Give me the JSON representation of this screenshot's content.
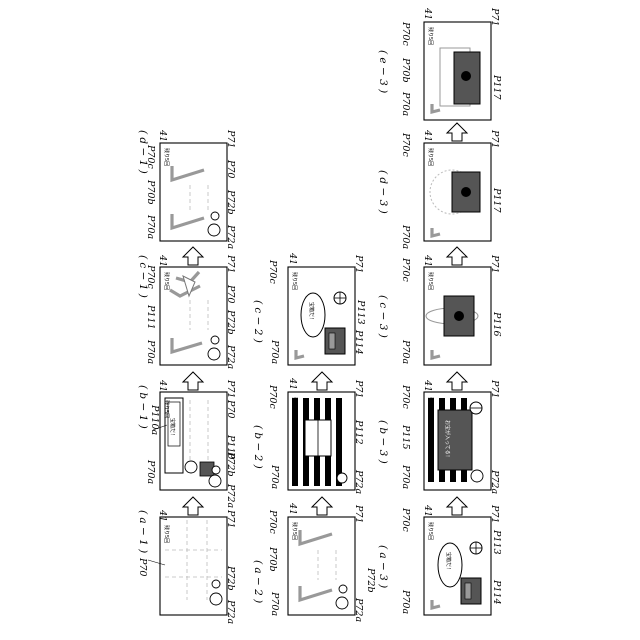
{
  "panels": {
    "a1": {
      "caption": "( a − 1 )",
      "labels": [
        "41",
        "P70",
        "P71",
        "P72a",
        "P72b"
      ]
    },
    "a2": {
      "caption": "( a − 2 )",
      "labels": [
        "41",
        "P70c",
        "P70b",
        "P70a",
        "P71",
        "P72a",
        "P72b"
      ]
    },
    "a3": {
      "caption": "( a − 3 )",
      "labels": [
        "41",
        "P70c",
        "P70a",
        "P71",
        "P113",
        "P114"
      ],
      "balloon": "宝箱だ！"
    },
    "b1": {
      "caption": "( b − 1 )",
      "labels": [
        "41",
        "P110a",
        "P71",
        "P110",
        "P70",
        "P70a",
        "P72a",
        "P72b"
      ],
      "banner": "宝箱だ！"
    },
    "b2": {
      "caption": "( b − 2 )",
      "labels": [
        "41",
        "P70c",
        "P71",
        "P112",
        "P70a",
        "P72a"
      ]
    },
    "b3": {
      "caption": "( b − 3 )",
      "labels": [
        "41",
        "P70c",
        "P71",
        "P115",
        "P70a",
        "P72a"
      ],
      "banner": "お宝が入ってる！"
    },
    "c1": {
      "caption": "( c − 1 )",
      "labels": [
        "41",
        "P70c",
        "P71",
        "P111",
        "P70",
        "P70a",
        "P72a",
        "P72b"
      ]
    },
    "c2": {
      "caption": "( c − 2 )",
      "labels": [
        "41",
        "P70c",
        "P71",
        "P113",
        "P114",
        "P70a"
      ],
      "balloon": "宝箱だ！"
    },
    "c3": {
      "caption": "( c − 3 )",
      "labels": [
        "41",
        "P70c",
        "P71",
        "P116",
        "P70a"
      ]
    },
    "d1": {
      "caption": "( d − 1 )",
      "labels": [
        "41",
        "P70c",
        "P70b",
        "P70a",
        "P71",
        "P70",
        "P72a",
        "P72b"
      ]
    },
    "d3": {
      "caption": "( d − 3 )",
      "labels": [
        "41",
        "P70c",
        "P71",
        "P117",
        "P70a"
      ]
    },
    "e3": {
      "caption": "( e − 3 )",
      "labels": [
        "41",
        "P70c",
        "P70b",
        "P70a",
        "P71",
        "P117"
      ]
    }
  },
  "screen_text": "残り5回",
  "colors": {
    "line": "#000000",
    "gray": "#999999",
    "dark": "#555555"
  }
}
